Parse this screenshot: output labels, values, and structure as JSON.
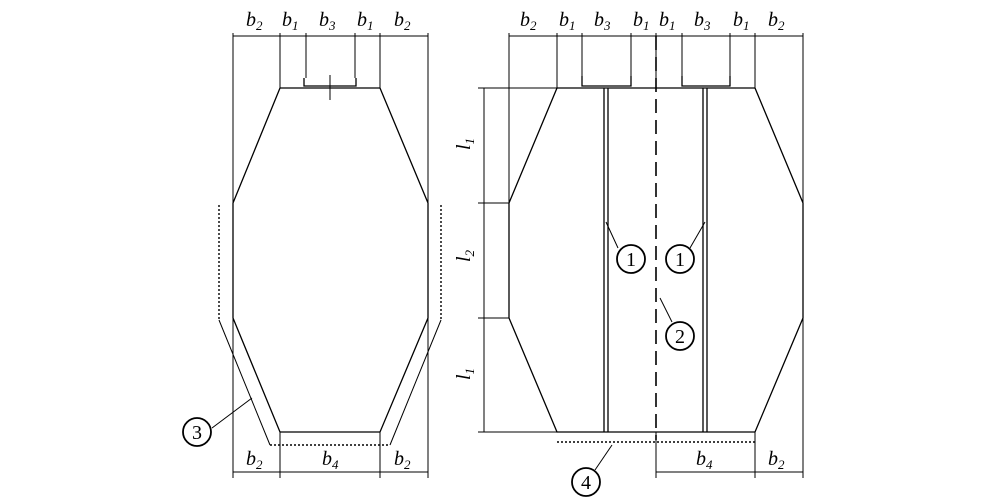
{
  "labels": {
    "b1": "b",
    "b1_sub": "1",
    "b2": "b",
    "b2_sub": "2",
    "b3": "b",
    "b3_sub": "3",
    "b4": "b",
    "b4_sub": "4",
    "l1": "l",
    "l1_sub": "1",
    "l2": "l",
    "l2_sub": "2"
  },
  "callouts": {
    "c1": "1",
    "c2": "2",
    "c3": "3",
    "c4": "4"
  }
}
